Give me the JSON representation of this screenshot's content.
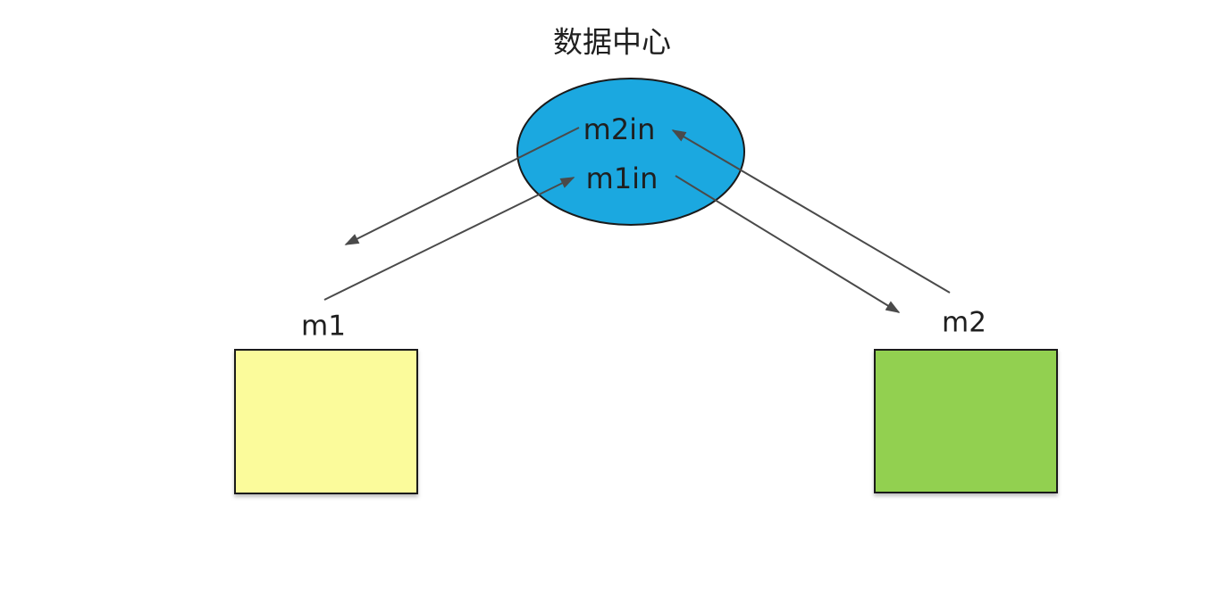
{
  "canvas": {
    "background": "#ffffff",
    "line_color": "#4a4a4a",
    "shape_border_color": "#1a1a1a",
    "text_color": "#1f1f1f"
  },
  "diagram": {
    "title": "数据中心",
    "hub": {
      "shape": "ellipse",
      "fill": "#1BA8E0",
      "ports": [
        {
          "id": "m2in",
          "label": "m2in"
        },
        {
          "id": "m1in",
          "label": "m1in"
        }
      ]
    },
    "nodes": [
      {
        "id": "m1",
        "label": "m1",
        "shape": "rectangle",
        "fill": "#FBFB9B"
      },
      {
        "id": "m2",
        "label": "m2",
        "shape": "rectangle",
        "fill": "#92D050"
      }
    ],
    "edges": [
      {
        "from": "m2in",
        "to": "m1",
        "arrow": "to"
      },
      {
        "from": "m1",
        "to": "m1in",
        "arrow": "to"
      },
      {
        "from": "m2",
        "to": "m2in",
        "arrow": "to"
      },
      {
        "from": "m1in",
        "to": "m2",
        "arrow": "to"
      }
    ]
  }
}
